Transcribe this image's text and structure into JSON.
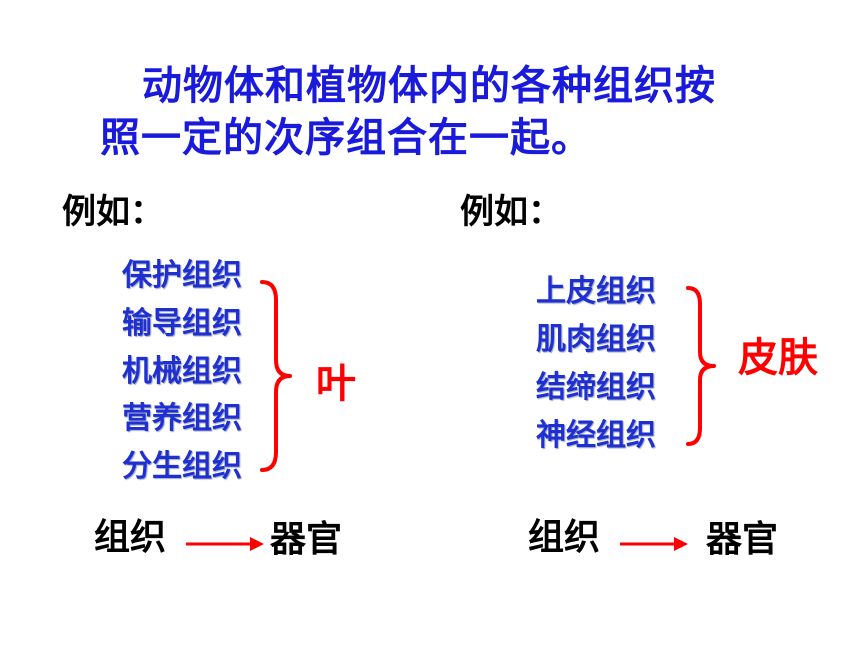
{
  "heading": {
    "line1": "动物体和植物体内的各种组织按",
    "line2": "照一定的次序组合在一起。"
  },
  "left": {
    "example_label": "例如：",
    "tissues": [
      "保护组织",
      "输导组织",
      "机械组织",
      "营养组织",
      "分生组织"
    ],
    "organ": "叶",
    "flow_from": "组织",
    "flow_to": "器官"
  },
  "right": {
    "example_label": "例如：",
    "tissues": [
      "上皮组织",
      "肌肉组织",
      "结缔组织",
      "神经组织"
    ],
    "organ": "皮肤",
    "flow_from": "组织",
    "flow_to": "器官"
  },
  "colors": {
    "heading": "#1a1adc",
    "tissue": "#1f2fd0",
    "accent": "#ff0000"
  }
}
